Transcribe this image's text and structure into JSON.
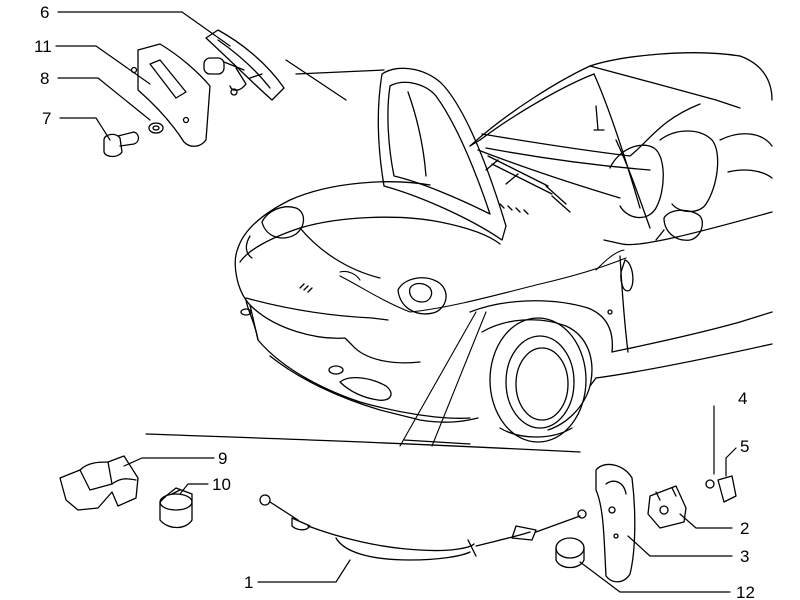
{
  "diagram": {
    "ink_color": "#000000",
    "background_color": "#ffffff",
    "callouts": [
      {
        "id": "c1",
        "label": "1"
      },
      {
        "id": "c2",
        "label": "2"
      },
      {
        "id": "c3",
        "label": "3"
      },
      {
        "id": "c4",
        "label": "4"
      },
      {
        "id": "c5",
        "label": "5"
      },
      {
        "id": "c6",
        "label": "6"
      },
      {
        "id": "c7",
        "label": "7"
      },
      {
        "id": "c8",
        "label": "8"
      },
      {
        "id": "c9",
        "label": "9"
      },
      {
        "id": "c10",
        "label": "10"
      },
      {
        "id": "c11",
        "label": "11"
      },
      {
        "id": "c12",
        "label": "12"
      }
    ],
    "icons": [
      "car-drawing-icon",
      "bonnet-lock-icon",
      "release-cable-icon"
    ]
  }
}
